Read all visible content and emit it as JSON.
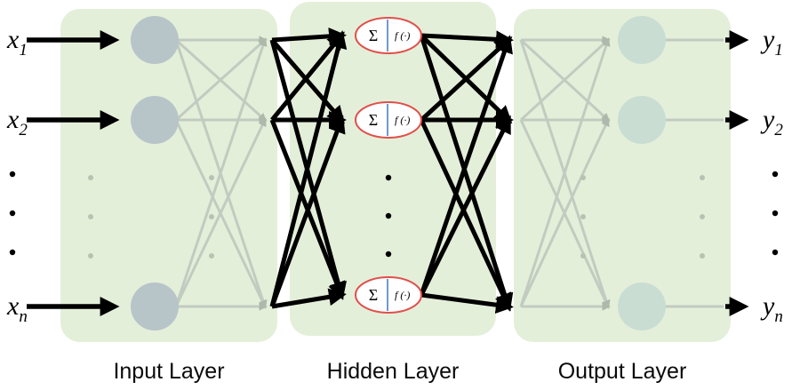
{
  "inputs": [
    {
      "base": "x",
      "sub": "1"
    },
    {
      "base": "x",
      "sub": "2"
    },
    {
      "base": "x",
      "sub": "n"
    }
  ],
  "outputs": [
    {
      "base": "y",
      "sub": "1"
    },
    {
      "base": "y",
      "sub": "2"
    },
    {
      "base": "y",
      "sub": "n"
    }
  ],
  "layers": {
    "input": {
      "label": "Input Layer"
    },
    "hidden": {
      "label": "Hidden Layer"
    },
    "output": {
      "label": "Output Layer"
    }
  },
  "hidden_neuron": {
    "sum": "Σ",
    "activation": "f (·)"
  },
  "colors": {
    "layer_fill": "#e4efda",
    "input_node_fill": "#b7c4c8",
    "output_node_fill": "#c9ddd2",
    "hidden_node_stroke": "#e04f4a",
    "hidden_node_divider": "#4f7fc2",
    "bold_connection": "#000000",
    "faint_connection": "#c2cbc0"
  }
}
